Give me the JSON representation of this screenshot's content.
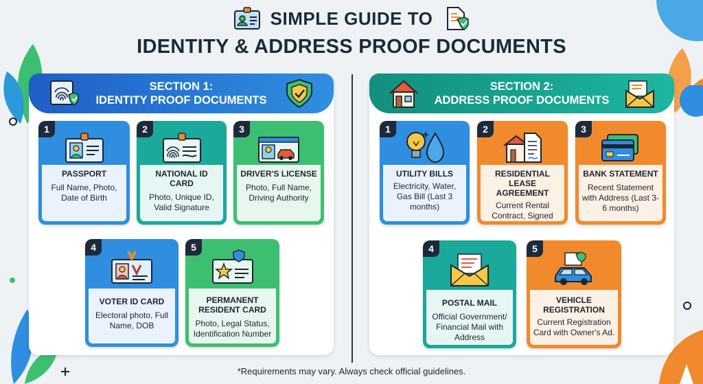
{
  "header": {
    "line1": "SIMPLE GUIDE TO",
    "line2": "IDENTITY & ADDRESS PROOF DOCUMENTS"
  },
  "section1": {
    "line1": "SECTION 1:",
    "line2": "IDENTITY PROOF DOCUMENTS",
    "cards": [
      {
        "num": "1",
        "title": "PASSPORT",
        "desc": "Full Name, Photo, Date of Birth"
      },
      {
        "num": "2",
        "title": "NATIONAL ID CARD",
        "desc": "Photo, Unique ID, Valid Signature"
      },
      {
        "num": "3",
        "title": "DRIVER'S LICENSE",
        "desc": "Photo, Full Name, Driving Authority"
      },
      {
        "num": "4",
        "title": "VOTER ID CARD",
        "desc": "Electoral photo, Full Name, DOB"
      },
      {
        "num": "5",
        "title": "PERMANENT RESIDENT CARD",
        "desc": "Photo, Legal Status, Identification Number"
      }
    ]
  },
  "section2": {
    "line1": "SECTION 2:",
    "line2": "ADDRESS PROOF DOCUMENTS",
    "cards": [
      {
        "num": "1",
        "title": "UTILITY BILLS",
        "desc": "Electricity, Water, Gas Bill (Last 3 months)"
      },
      {
        "num": "2",
        "title": "RESIDENTIAL LEASE AGREEMENT",
        "desc": "Current Rental Contract, Signed"
      },
      {
        "num": "3",
        "title": "BANK STATEMENT",
        "desc": "Recent Statement with Address (Last 3-6 months)"
      },
      {
        "num": "4",
        "title": "POSTAL MAIL",
        "desc": "Official Government/ Financial Mail with Address"
      },
      {
        "num": "5",
        "title": "VEHICLE REGISTRATION",
        "desc": "Current Registration Card with Owner's Ad."
      }
    ]
  },
  "footer": "*Requirements may vary. Always check official guidelines.",
  "colors": {
    "blue": "#2f8ee0",
    "teal": "#1aa99a",
    "green": "#3dbf72",
    "orange": "#f08a2c",
    "navy": "#1d2a3b"
  }
}
